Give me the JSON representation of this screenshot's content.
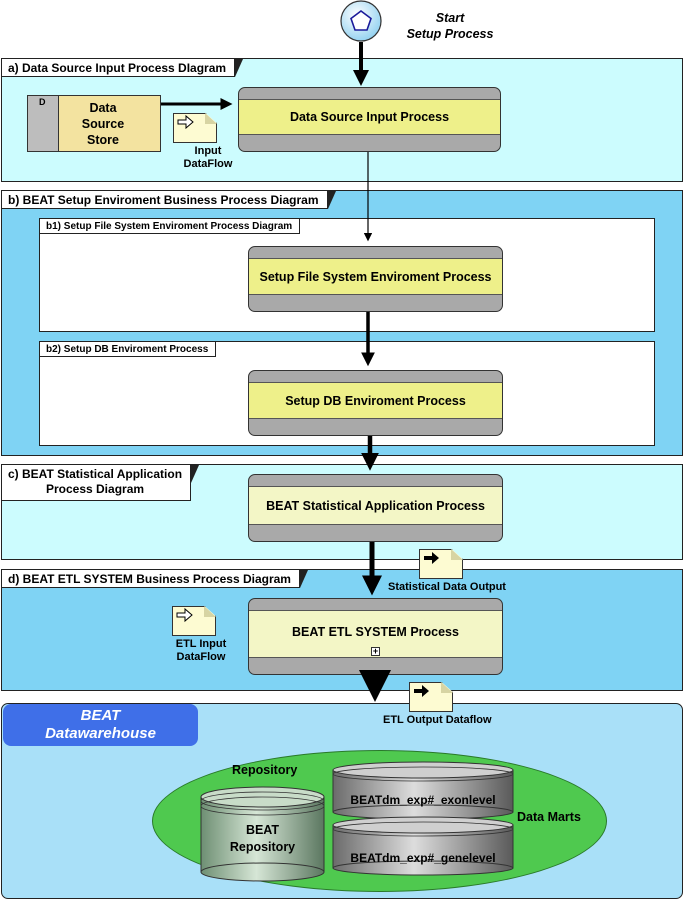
{
  "start": {
    "label_line1": "Start",
    "label_line2": "Setup Process"
  },
  "section_a": {
    "title": "a) Data Source Input Process DIagram",
    "store_letter": "D",
    "store_label": "Data Source Store",
    "process": "Data Source Input Process",
    "dataflow_line1": "Input",
    "dataflow_line2": "DataFlow"
  },
  "section_b": {
    "title": "b) BEAT Setup Enviroment Business Process Diagram",
    "b1_title": "b1) Setup File System Enviroment Process Diagram",
    "b1_process": "Setup File System Enviroment Process",
    "b2_title": "b2) Setup DB Enviroment Process",
    "b2_process": "Setup DB Enviroment Process"
  },
  "section_c": {
    "title_line1": "c) BEAT Statistical Application",
    "title_line2": "Process Diagram",
    "process": "BEAT Statistical Application Process",
    "output_label": "Statistical Data Output"
  },
  "section_d": {
    "title": "d) BEAT ETL SYSTEM Business Process Diagram",
    "process": "BEAT ETL SYSTEM Process",
    "expand_symbol": "+",
    "input_line1": "ETL Input",
    "input_line2": "DataFlow",
    "output_label": "ETL Output Dataflow"
  },
  "warehouse": {
    "title_line1": "BEAT",
    "title_line2": "Datawarehouse",
    "repository_label": "Repository",
    "repo_line1": "BEAT",
    "repo_line2": "Repository",
    "mart1": "BEATdm_exp#_exonlevel",
    "mart2": "BEATdm_exp#_genelevel",
    "data_marts_label": "Data Marts"
  },
  "colors": {
    "light_cyan": "#ccfcfe",
    "sky_blue": "#7fd3f4",
    "warehouse_bg": "#a9e0f8",
    "process_yellow": "#eef08a",
    "process_pale": "#f3f6c6",
    "ellipse_green": "#4fc94f",
    "warehouse_tab": "#3f6fe8"
  }
}
